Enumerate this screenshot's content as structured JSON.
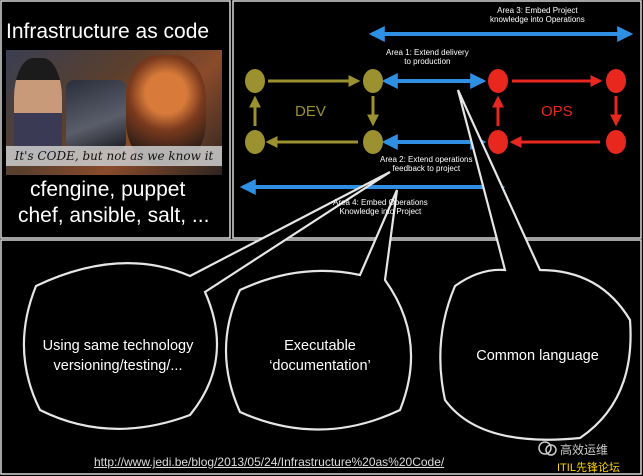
{
  "header": {
    "title": "Infrastructure as code",
    "caption": "It's CODE, but not as we know it",
    "tools_line1": "cfengine, puppet",
    "tools_line2": "chef, ansible, salt, ..."
  },
  "diagram": {
    "dev_label": "DEV",
    "ops_label": "OPS",
    "area3_line1": "Area 3: Embed Project",
    "area3_line2": "knowledge into Operations",
    "area1_line1": "Area 1: Extend delivery",
    "area1_line2": "to production",
    "area2_line1": "Area 2: Extend operations",
    "area2_line2": "feedback to project",
    "area4_line1": "Area 4: Embed Operations",
    "area4_line2": "Knowledge into Project",
    "colors": {
      "dev": "#9b9131",
      "ops": "#e8281f",
      "arrow": "#2f8fe3"
    }
  },
  "bubbles": {
    "b1_line1": "Using same technology",
    "b1_line2": "versioning/testing/...",
    "b2_line1": "Executable",
    "b2_line2": "‘documentation’",
    "b3_line1": "Common language"
  },
  "footer": {
    "url": "http://www.jedi.be/blog/2013/05/24/Infrastructure%20as%20Code/",
    "watermark_line1": "高效运维",
    "watermark_line2": "ITIL先锋论坛"
  }
}
